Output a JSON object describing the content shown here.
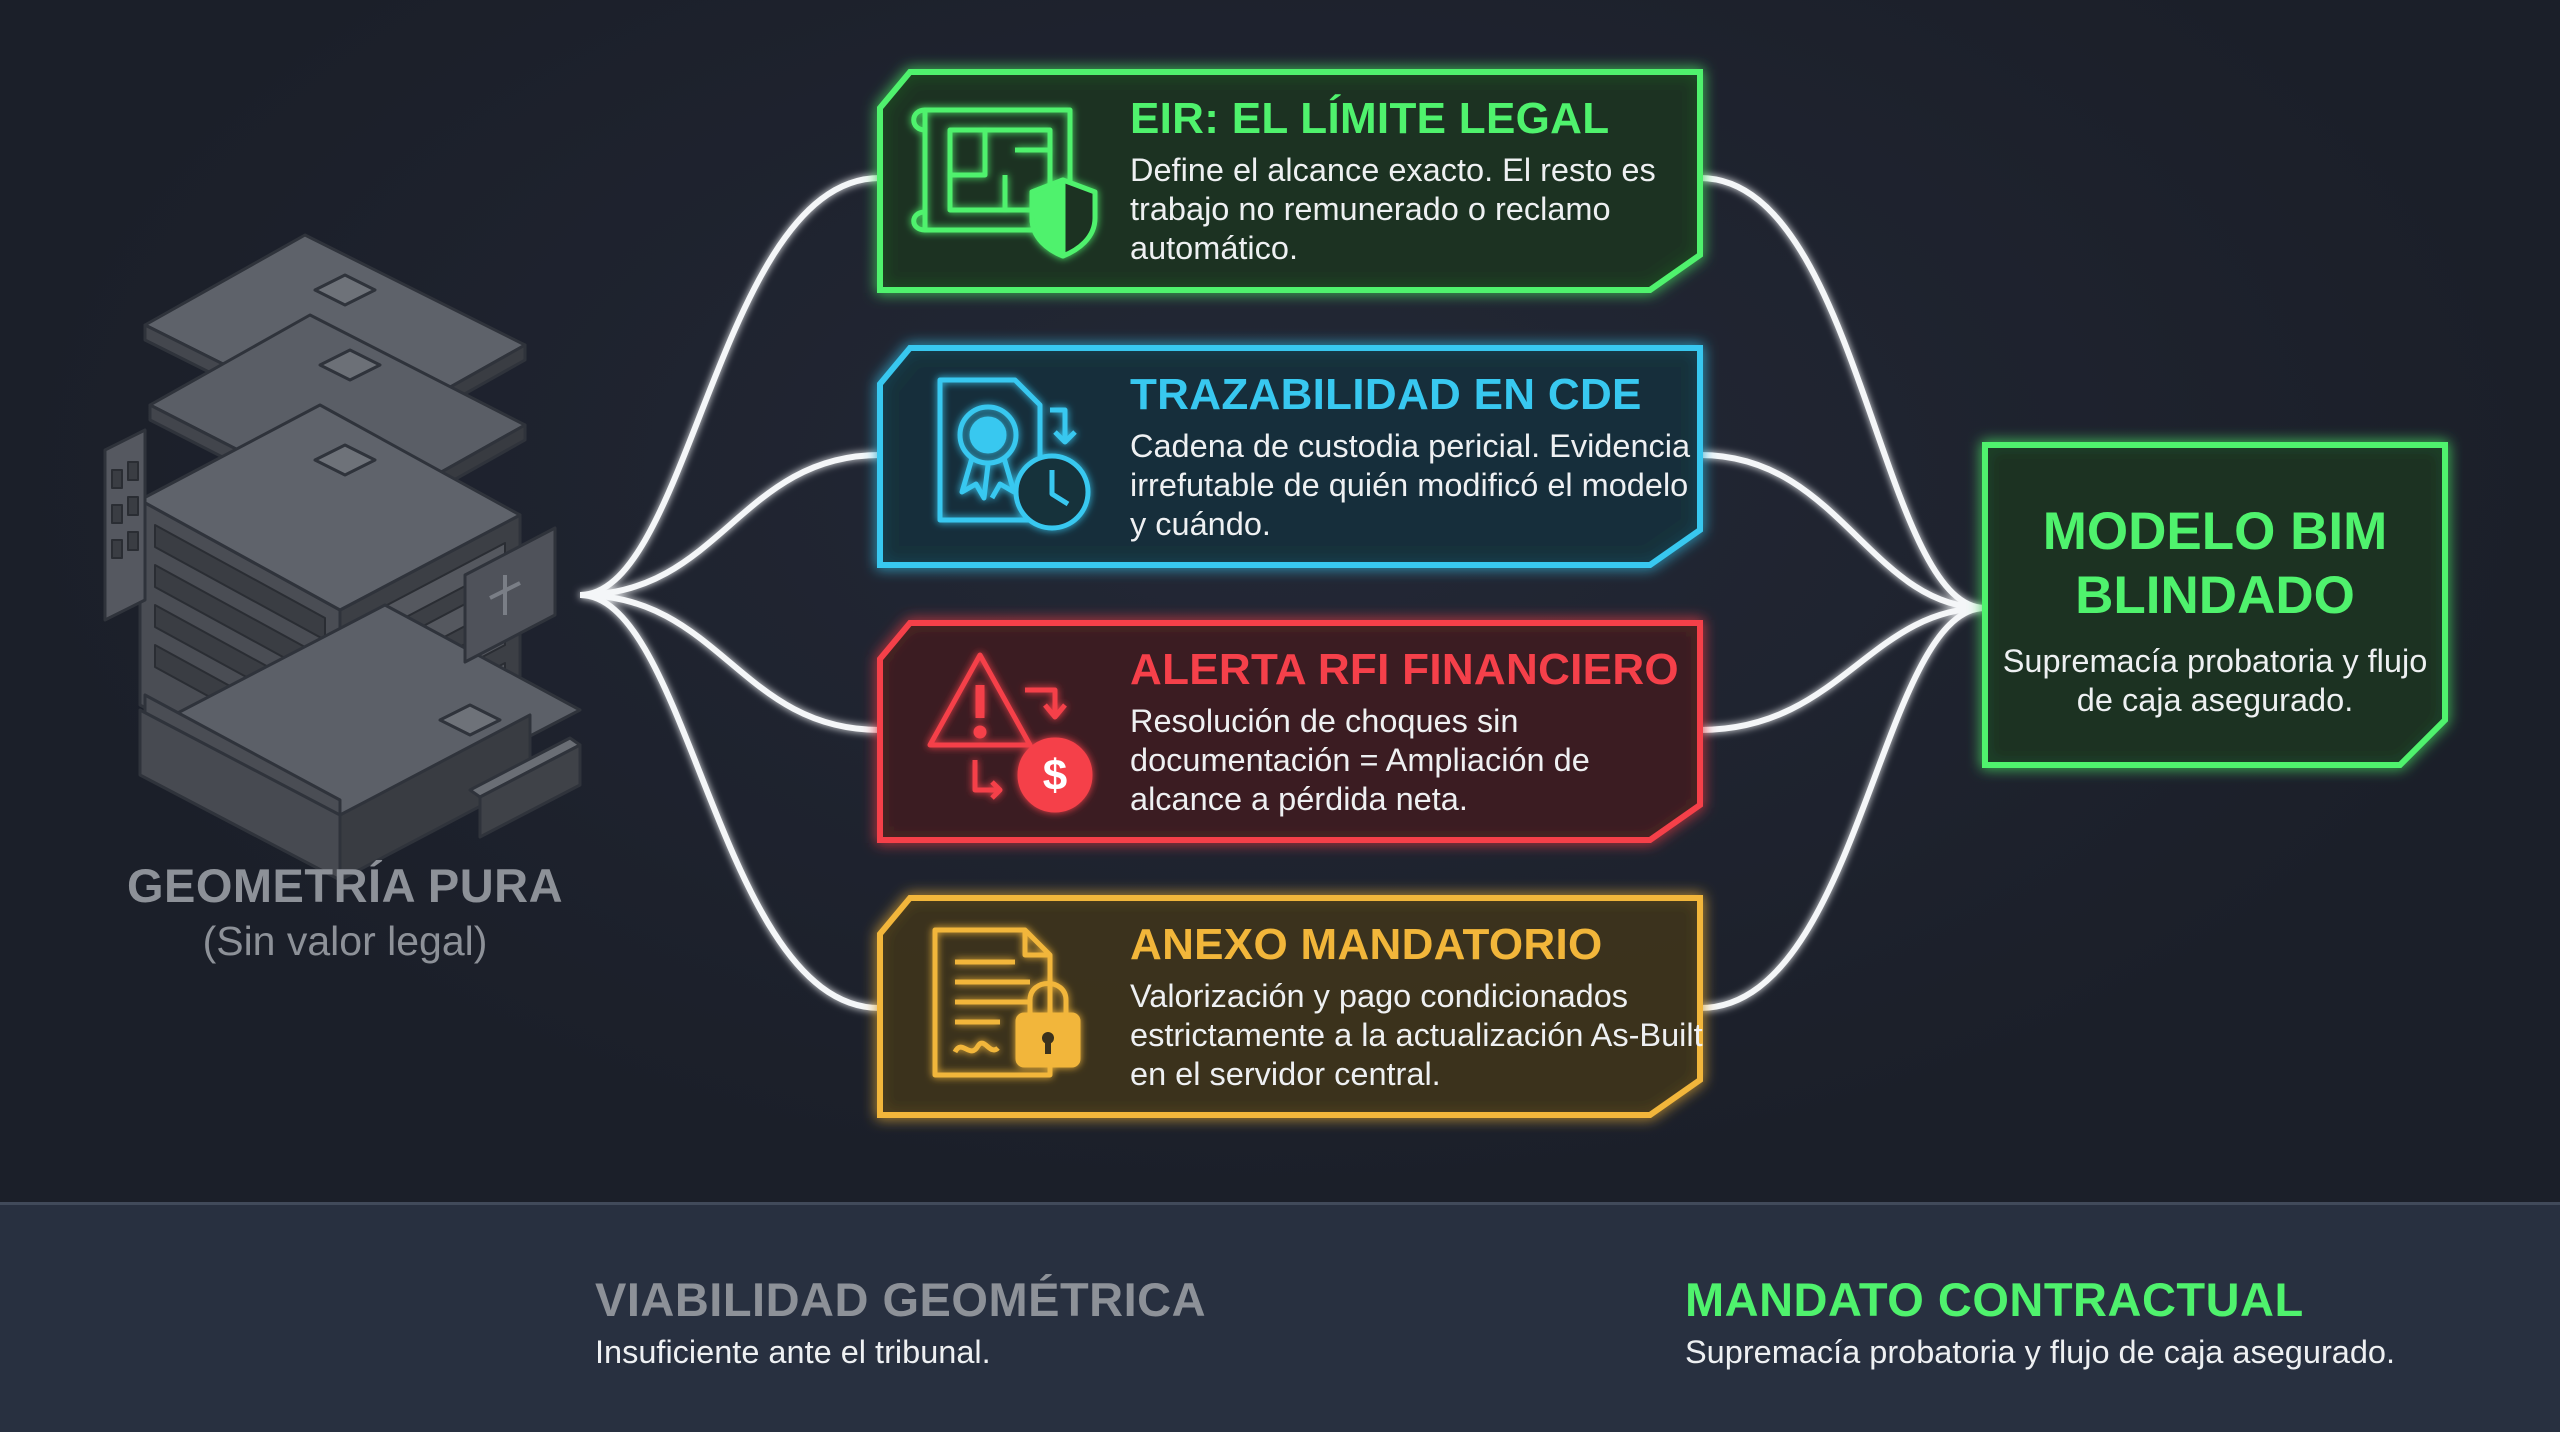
{
  "left": {
    "title": "GEOMETRÍA PURA",
    "subtitle": "(Sin valor legal)"
  },
  "cards": [
    {
      "title": "EIR: EL LÍMITE LEGAL",
      "description": "Define el alcance exacto. El resto es trabajo no remunerado o reclamo automático.",
      "icon": "blueprint-shield-icon",
      "color": "#4ff26d"
    },
    {
      "title": "TRAZABILIDAD EN CDE",
      "description": "Cadena de custodia pericial. Evidencia irrefutable de quién modificó el modelo y cuándo.",
      "icon": "certificate-clock-icon",
      "color": "#38c8f0"
    },
    {
      "title": "ALERTA RFI FINANCIERO",
      "description": "Resolución de choques sin documentación = Ampliación de alcance a pérdida neta.",
      "icon": "warning-dollar-icon",
      "color": "#f5404a"
    },
    {
      "title": "ANEXO MANDATORIO",
      "description": "Valorización y pago condicionados estrictamente a la actualización As-Built en el servidor central.",
      "icon": "document-lock-icon",
      "color": "#f2b63a"
    }
  ],
  "result": {
    "title": "MODELO BIM BLINDADO",
    "description": "Supremacía probatoria y flujo de caja asegurado."
  },
  "footer": {
    "left_gauge": {
      "title": "VIABILIDAD GEOMÉTRICA",
      "description": "Insuficiente ante el tribunal.",
      "color": "#8d9198"
    },
    "right_gauge": {
      "title": "MANDATO CONTRACTUAL",
      "description": "Supremacía probatoria y flujo de caja asegurado.",
      "color": "#4ff26d"
    }
  }
}
